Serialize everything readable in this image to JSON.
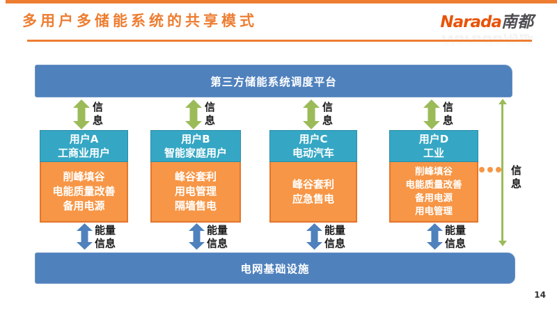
{
  "slide": {
    "title": "多用户多储能系统的共享模式",
    "page_number": "14"
  },
  "logo": {
    "brand": "Narada",
    "brand_cn": "南都",
    "reflection": "Narada南都"
  },
  "platform_bar": {
    "label": "第三方储能系统调度平台"
  },
  "grid_bar": {
    "label": "电网基础设施"
  },
  "arrows": {
    "info_char1": "信",
    "info_char2": "息",
    "energy_line1": "能量",
    "energy_line2": "信息"
  },
  "right_channel": {
    "label_char1": "信",
    "label_char2": "息"
  },
  "users": [
    {
      "id": "用户A",
      "type": "工商业用户",
      "services": [
        "削峰填谷",
        "电能质量改善",
        "备用电源"
      ]
    },
    {
      "id": "用户B",
      "type": "智能家庭用户",
      "services": [
        "峰谷套利",
        "用电管理",
        "隔墙售电"
      ]
    },
    {
      "id": "用户C",
      "type": "电动汽车",
      "services": [
        "峰谷套利",
        "应急售电"
      ]
    },
    {
      "id": "用户D",
      "type": "工业",
      "services": [
        "削峰填谷",
        "电能质量改善",
        "备用电源",
        "用电管理"
      ]
    }
  ],
  "colors": {
    "title_orange": "#ED7D31",
    "logo_orange": "#E8540A",
    "box_orange": "#F79646",
    "teal": "#35A7C4",
    "bar_blue": "#4F81BD",
    "arrow_green": "#9BBB59"
  }
}
